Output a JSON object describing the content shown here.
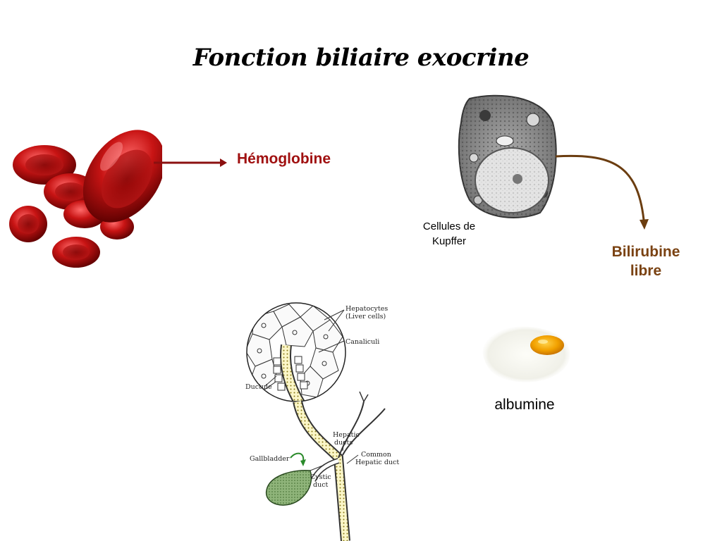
{
  "slide": {
    "title": "Fonction biliaire exocrine",
    "hemoglobin_label": "Hémoglobine",
    "kupffer_label_line1": "Cellules de",
    "kupffer_label_line2": "Kupffer",
    "bilirubin_label_line1": "Bilirubine",
    "bilirubin_label_line2": "libre",
    "albumin_label": "albumine"
  },
  "diagram": {
    "hepatocytes_line1": "Hepatocytes",
    "hepatocytes_line2": "(Liver cells)",
    "canaliculi": "Canaliculi",
    "ductule": "Ductule",
    "hepatic_ducts_line1": "Hepatic",
    "hepatic_ducts_line2": "ducts",
    "common_hepatic_line1": "Common",
    "common_hepatic_line2": "Hepatic duct",
    "gallbladder": "Gallbladder",
    "cystic_duct_line1": "Cystic",
    "cystic_duct_line2": "duct"
  },
  "colors": {
    "hemoglobin_arrow": "#8b1010",
    "bilirubin_arrow": "#6b3d10",
    "bilirubin_text": "#7a4212",
    "hemoglobin_text": "#a01010"
  }
}
